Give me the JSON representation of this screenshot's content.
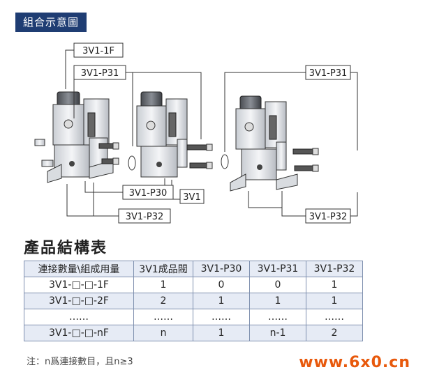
{
  "header": {
    "tag": "組合示意圖"
  },
  "diagram": {
    "labels": {
      "left_top_1f": "3V1-1F",
      "left_top_p31": "3V1-P31",
      "right_top_p31": "3V1-P31",
      "mid_p30": "3V1-P30",
      "mid_3v1": "3V1",
      "bottom_p32": "3V1-P32",
      "right_p32": "3V1-P32"
    }
  },
  "section": {
    "title": "產品結構表"
  },
  "table": {
    "headers": [
      "連接數量\\組成用量",
      "3V1成品閥",
      "3V1-P30",
      "3V1-P31",
      "3V1-P32"
    ],
    "rows": [
      [
        "3V1-□-□-1F",
        "1",
        "0",
        "0",
        "1"
      ],
      [
        "3V1-□-□-2F",
        "2",
        "1",
        "1",
        "1"
      ],
      [
        "……",
        "……",
        "……",
        "……",
        "……"
      ],
      [
        "3V1-□-□-nF",
        "n",
        "1",
        "n-1",
        "2"
      ]
    ]
  },
  "note": "注：n爲連接數目，且n≥3",
  "watermark": "www.6x0.cn"
}
